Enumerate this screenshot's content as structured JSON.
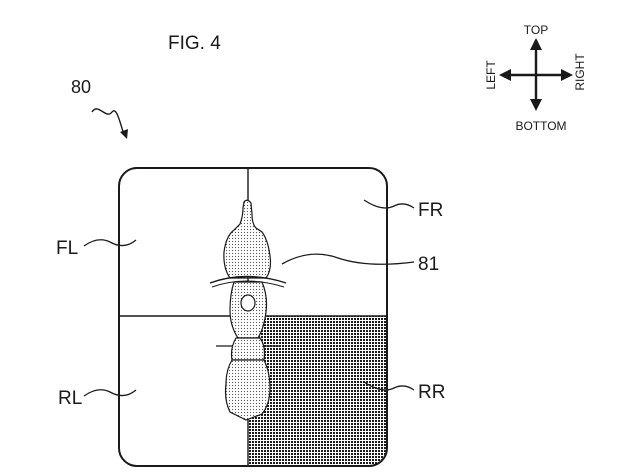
{
  "figure": {
    "title": "FIG. 4",
    "reference_numeral": "80"
  },
  "compass": {
    "top": "TOP",
    "bottom": "BOTTOM",
    "left": "LEFT",
    "right": "RIGHT"
  },
  "regions": {
    "front_left": "FL",
    "front_right": "FR",
    "rear_left": "RL",
    "rear_right": "RR"
  },
  "vehicle": {
    "reference_numeral": "81"
  },
  "colors": {
    "ink": "#1a1a1a",
    "background": "#ffffff"
  }
}
